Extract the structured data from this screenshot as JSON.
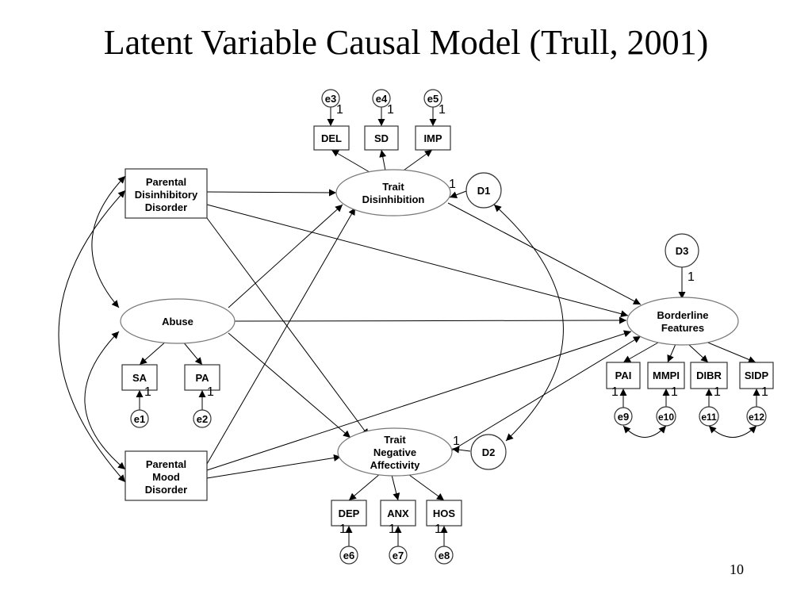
{
  "slide": {
    "title": "Latent Variable Causal Model (Trull, 2001)",
    "page_number": "10"
  },
  "observed": {
    "ppd": [
      "Parental",
      "Disinhibitory",
      "Disorder"
    ],
    "pmd": [
      "Parental",
      "Mood",
      "Disorder"
    ],
    "del": "DEL",
    "sd": "SD",
    "imp": "IMP",
    "sa": "SA",
    "pa": "PA",
    "dep": "DEP",
    "anx": "ANX",
    "hos": "HOS",
    "pai": "PAI",
    "mmpi": "MMPI",
    "dibr": "DIBR",
    "sidp": "SIDP"
  },
  "latent": {
    "abuse": "Abuse",
    "td": [
      "Trait",
      "Disinhibition"
    ],
    "tna": [
      "Trait",
      "Negative",
      "Affectivity"
    ],
    "bf": [
      "Borderline",
      "Features"
    ]
  },
  "errors": {
    "e1": "e1",
    "e2": "e2",
    "e3": "e3",
    "e4": "e4",
    "e5": "e5",
    "e6": "e6",
    "e7": "e7",
    "e8": "e8",
    "e9": "e9",
    "e10": "e10",
    "e11": "e11",
    "e12": "e12"
  },
  "disturbances": {
    "d1": "D1",
    "d2": "D2",
    "d3": "D3"
  },
  "fixed_loading": "1"
}
